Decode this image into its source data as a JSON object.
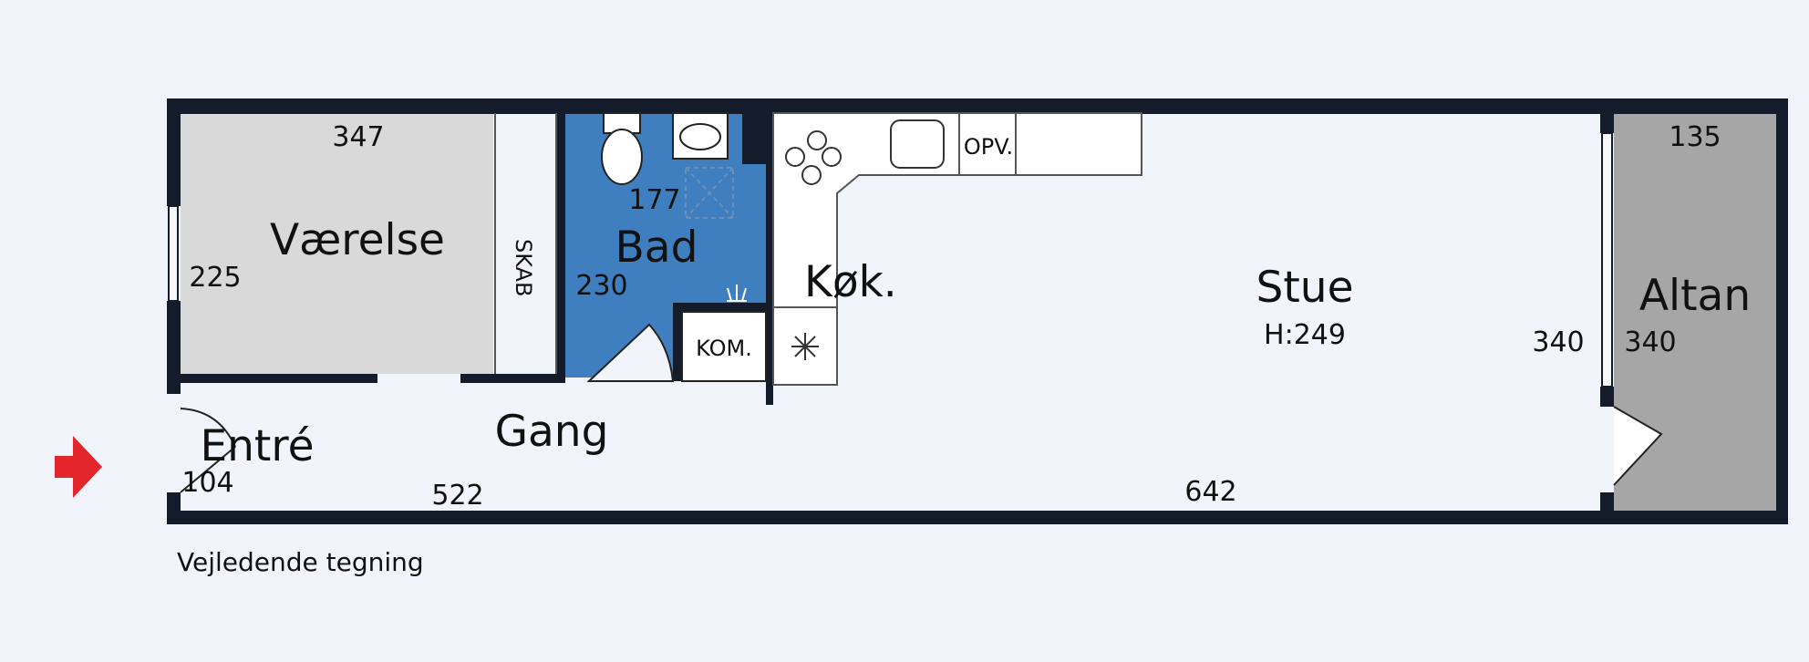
{
  "plan": {
    "rooms": {
      "vaerelse": "Værelse",
      "bad": "Bad",
      "kok": "Køk.",
      "stue": "Stue",
      "altan": "Altan",
      "entre": "Entré",
      "gang": "Gang"
    },
    "fixtures": {
      "skab": "SKAB",
      "kom": "KOM.",
      "opv": "OPV."
    },
    "ceiling_height": "H:249",
    "dimensions": {
      "vaerelse_width": "347",
      "vaerelse_depth": "225",
      "bad_width": "177",
      "bad_depth": "230",
      "stue_depth": "340",
      "altan_depth": "340",
      "altan_width": "135",
      "entre_width": "104",
      "gang_length": "522",
      "stue_length": "642"
    },
    "caption": "Vejledende tegning"
  },
  "colors": {
    "background": "#f1f5fb",
    "wall": "#141b2b",
    "vaerelse_fill": "#d9d9d9",
    "bad_fill": "#3f7fbf",
    "altan_fill": "#a6a6a6",
    "entry_arrow": "#e3262b"
  },
  "icons": [
    "entry-arrow-icon",
    "toilet-icon",
    "sink-icon",
    "shower-drain-icon",
    "shower-head-icon",
    "stove-icon",
    "kitchen-sink-icon",
    "freezer-icon"
  ]
}
